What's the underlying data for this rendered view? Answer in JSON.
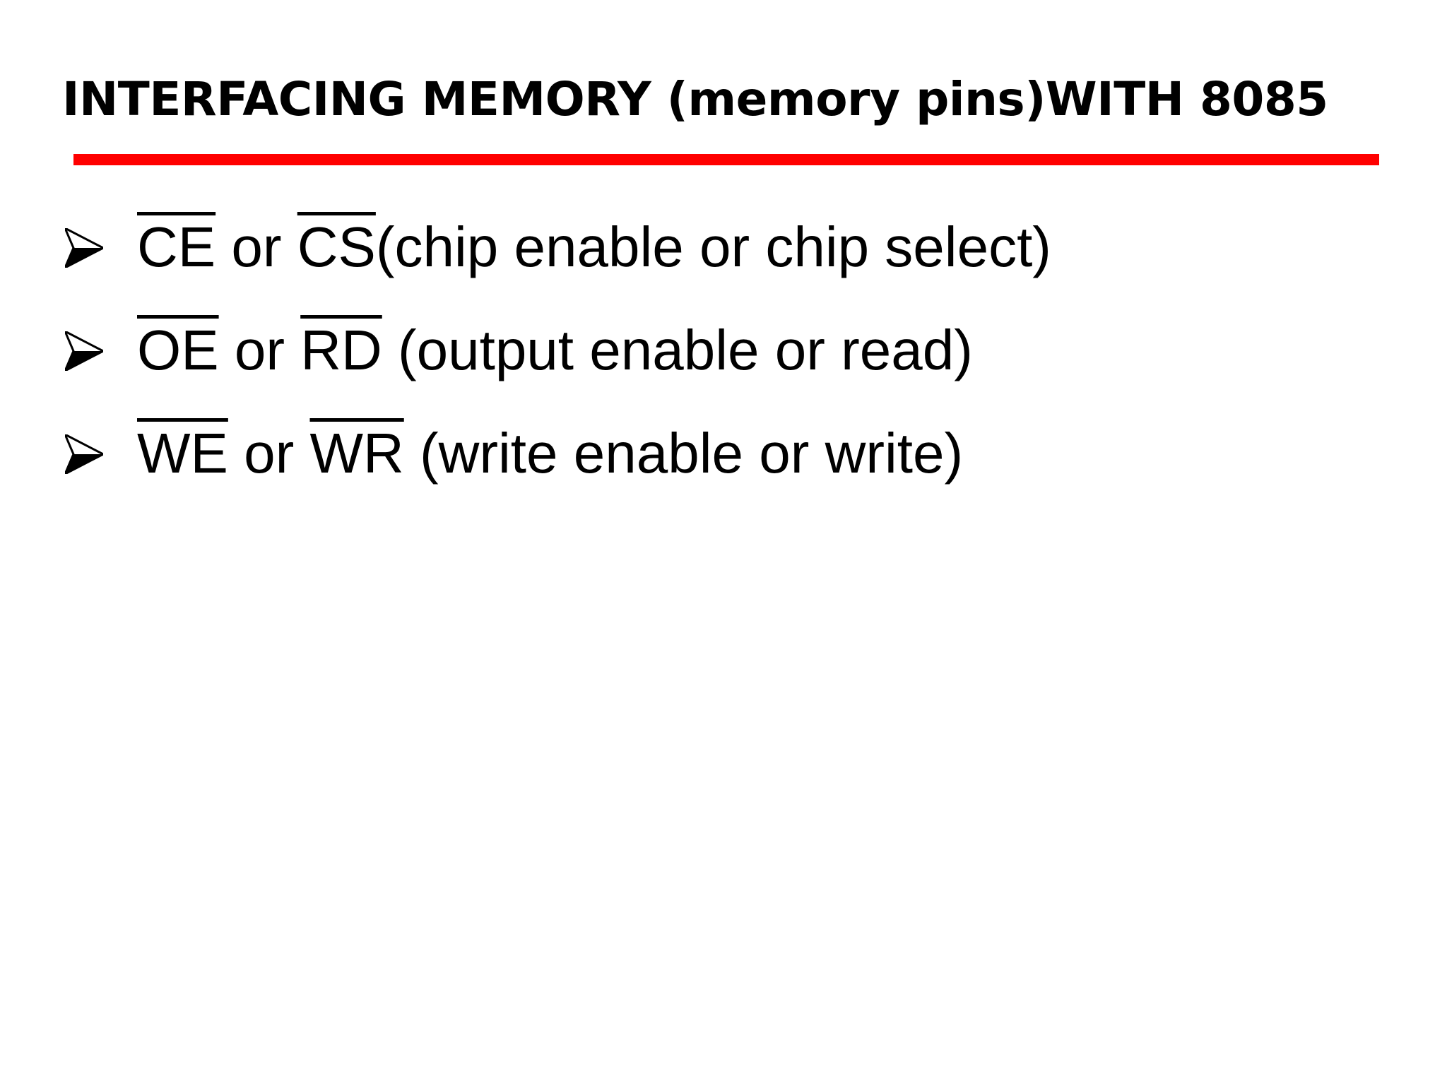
{
  "slide": {
    "title": "INTERFACING MEMORY (memory pins)WITH 8085",
    "accent_color": "#ff0000",
    "bullet_icon": "arrow-bullet-icon",
    "bullets": [
      {
        "signal_a": "CE",
        "joiner": " or ",
        "signal_b": "CS",
        "description": "(chip enable or chip select)"
      },
      {
        "signal_a": "OE",
        "joiner": " or ",
        "signal_b": "RD",
        "description": " (output enable or read)"
      },
      {
        "signal_a": "WE",
        "joiner": " or ",
        "signal_b": "WR",
        "description": " (write enable or write)"
      }
    ]
  }
}
